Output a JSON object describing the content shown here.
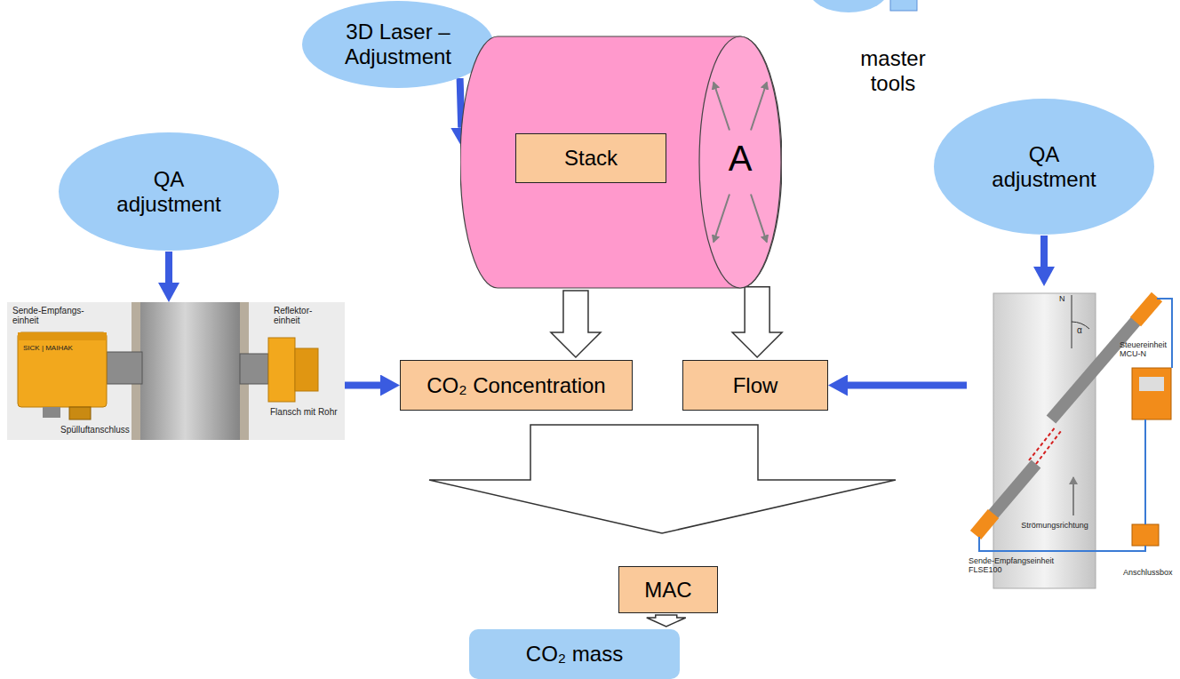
{
  "diagram": {
    "nodes": [
      {
        "text": [
          "3D Laser – Adjustment"
        ]
      },
      {
        "text": [
          "QA adjustment"
        ]
      },
      {
        "text": [
          "A"
        ]
      },
      {
        "text": [
          "Stack"
        ],
        "in": 2
      },
      {
        "text": [
          "QA adjustment"
        ]
      },
      {
        "text": [
          "Sende-Empfangs- einheit",
          "SICK | MAIHAK",
          "Reflektor- einheit",
          "Spülluftanschluss",
          "Flansch mit Rohr"
        ]
      },
      {
        "text": [
          "CO₂ Concentration"
        ]
      },
      {
        "text": [
          "Flow"
        ]
      },
      {
        "text": [
          "N",
          "α",
          "Strömungsrichtung",
          "Steuereinheit MCU-N",
          "Sende-Empfangseinheit FLSE100",
          "Anschlussbox"
        ]
      },
      {
        "text": [
          "MAC"
        ]
      },
      {
        "text": [
          "CO₂ mass"
        ]
      }
    ],
    "edges": [
      {
        "from": 0,
        "to": 2,
        "arrow": "to"
      },
      {
        "from": 1,
        "to": 5,
        "arrow": "to"
      },
      {
        "from": 4,
        "to": 8,
        "arrow": "to"
      },
      {
        "from": 5,
        "to": 6,
        "arrow": "to"
      },
      {
        "from": 8,
        "to": 7,
        "arrow": "to"
      },
      {
        "from": 2,
        "to": 6,
        "arrow": "to"
      },
      {
        "from": 2,
        "to": 7,
        "arrow": "to"
      },
      {
        "from": 6,
        "to": 9,
        "arrow": "to"
      },
      {
        "from": 7,
        "to": 9,
        "arrow": "to"
      },
      {
        "from": 9,
        "to": 10,
        "arrow": "to"
      }
    ],
    "labels": [
      "master tools"
    ]
  }
}
